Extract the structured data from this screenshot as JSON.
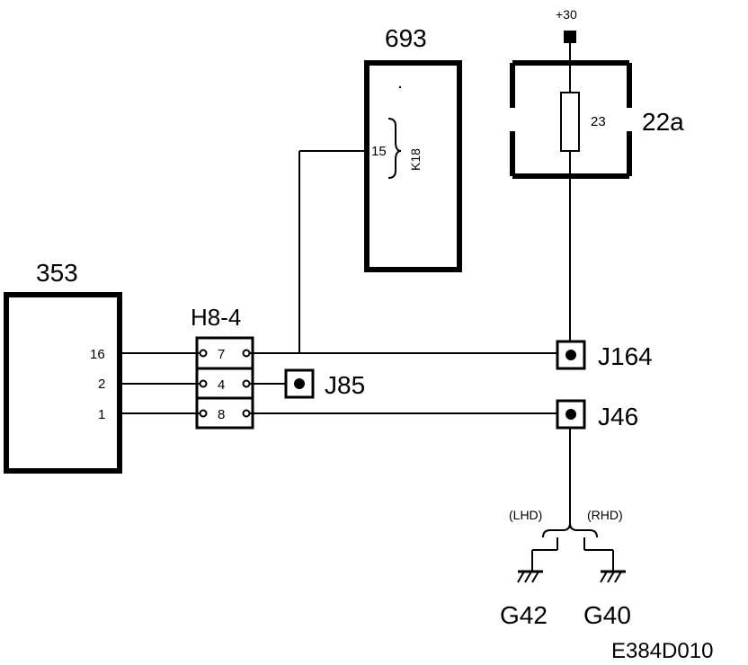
{
  "components": {
    "module_353": {
      "label": "353",
      "pins": [
        "16",
        "2",
        "1"
      ]
    },
    "module_693": {
      "label": "693",
      "pin": "15",
      "connector": "K18"
    },
    "fuse_box": {
      "label": "22a",
      "fuse": "23",
      "supply": "+30"
    },
    "connector_h8_4": {
      "label": "H8-4",
      "pins": [
        "7",
        "4",
        "8"
      ]
    }
  },
  "junctions": {
    "j164": "J164",
    "j85": "J85",
    "j46": "J46"
  },
  "grounds": {
    "lhd": "(LHD)",
    "rhd": "(RHD)",
    "g42": "G42",
    "g40": "G40"
  },
  "diagram_code": "E384D010"
}
